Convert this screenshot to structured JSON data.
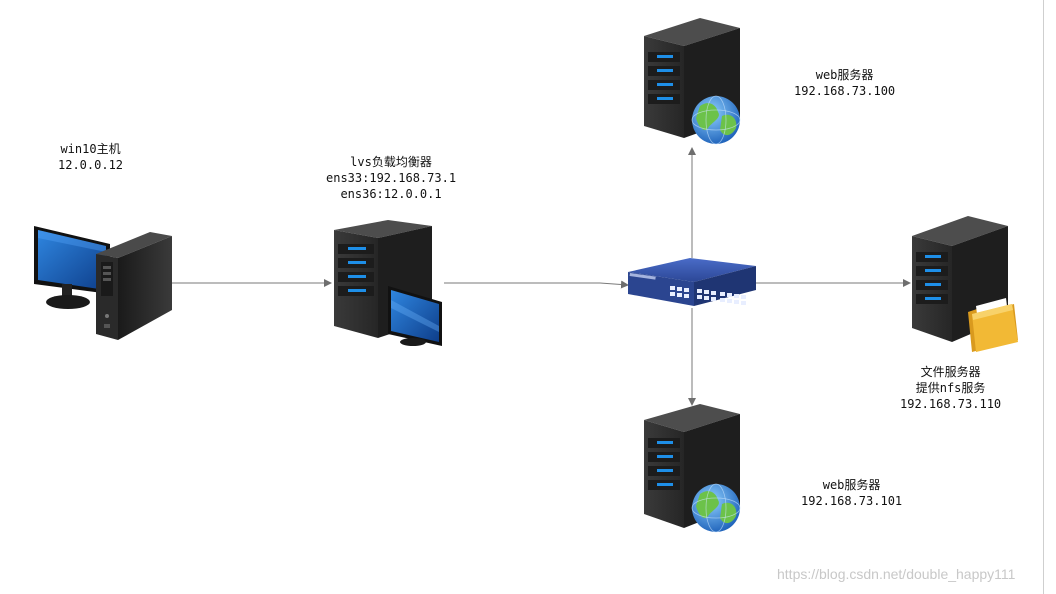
{
  "nodes": {
    "win10": {
      "name": "win10主机",
      "ip": "12.0.0.12"
    },
    "lvs": {
      "name": "lvs负载均衡器",
      "ens33": "ens33:192.168.73.1",
      "ens36": "ens36:12.0.0.1"
    },
    "web1": {
      "name": "web服务器",
      "ip": "192.168.73.100"
    },
    "web2": {
      "name": "web服务器",
      "ip": "192.168.73.101"
    },
    "nfs": {
      "name": "文件服务器",
      "role": "提供nfs服务",
      "ip": "192.168.73.110"
    }
  },
  "watermark": "https://blog.csdn.net/double_happy111",
  "colors": {
    "server_body": "#2b2b2b",
    "server_led": "#1e8fe8",
    "switch_body": "#2f4fa8",
    "arrow": "#777777",
    "globe": "#2e7fd6",
    "folder": "#f2b935",
    "screen": "#1c66c0"
  }
}
